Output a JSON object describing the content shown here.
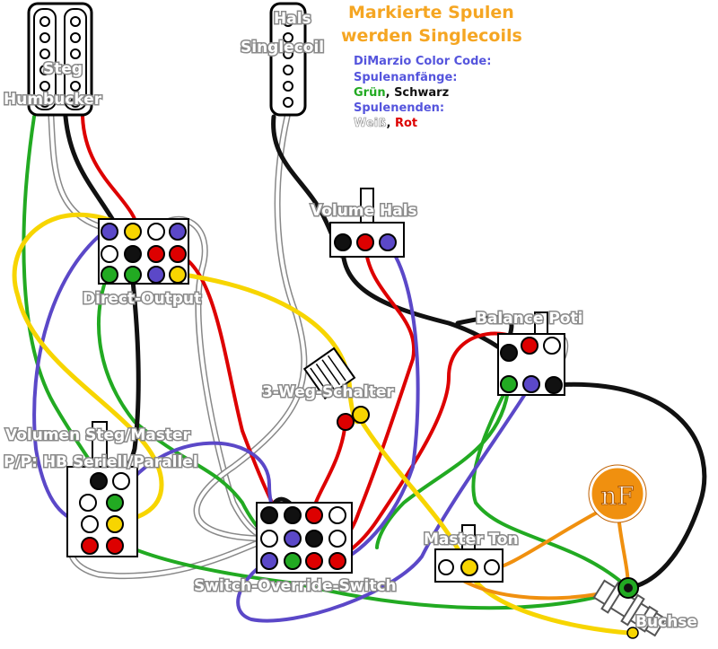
{
  "header": {
    "line1": "Markierte Spulen",
    "line2": "werden Singlecoils",
    "color": "#f5a623"
  },
  "legend": {
    "title": "DiMarzio Color Code:",
    "starts_label": "Spulenanfänge:",
    "start_green": "Grün",
    "start_sep": ",",
    "start_black": " Schwarz",
    "ends_label": "Spulenenden:",
    "end_white": "Weiß",
    "end_sep": ", ",
    "end_red": "Rot",
    "label_color": "#5555dd"
  },
  "labels": {
    "hals": "Hals",
    "singlecoil": "Singlecoil",
    "steg": "Steg",
    "humbucker": "Humbucker",
    "direct_output": "Direct-Output",
    "volume_hals": "Volume Hals",
    "balance_poti": "Balance Poti",
    "three_way": "3-Weg-Schalter",
    "volumen_steg_1": "Volumen Steg/Master",
    "volumen_steg_2": "P/P: HB Seriell/Parallel",
    "switch_override": "Switch-Override-Switch",
    "master_ton": "Master Ton",
    "buchse": "Buchse",
    "capacitor": "nF"
  },
  "colors": {
    "green": "#22aa22",
    "black": "#111111",
    "red": "#dd0000",
    "white": "#ffffff",
    "blue": "#5b48c8",
    "yellow": "#f7d500",
    "orange": "#f0900f"
  }
}
